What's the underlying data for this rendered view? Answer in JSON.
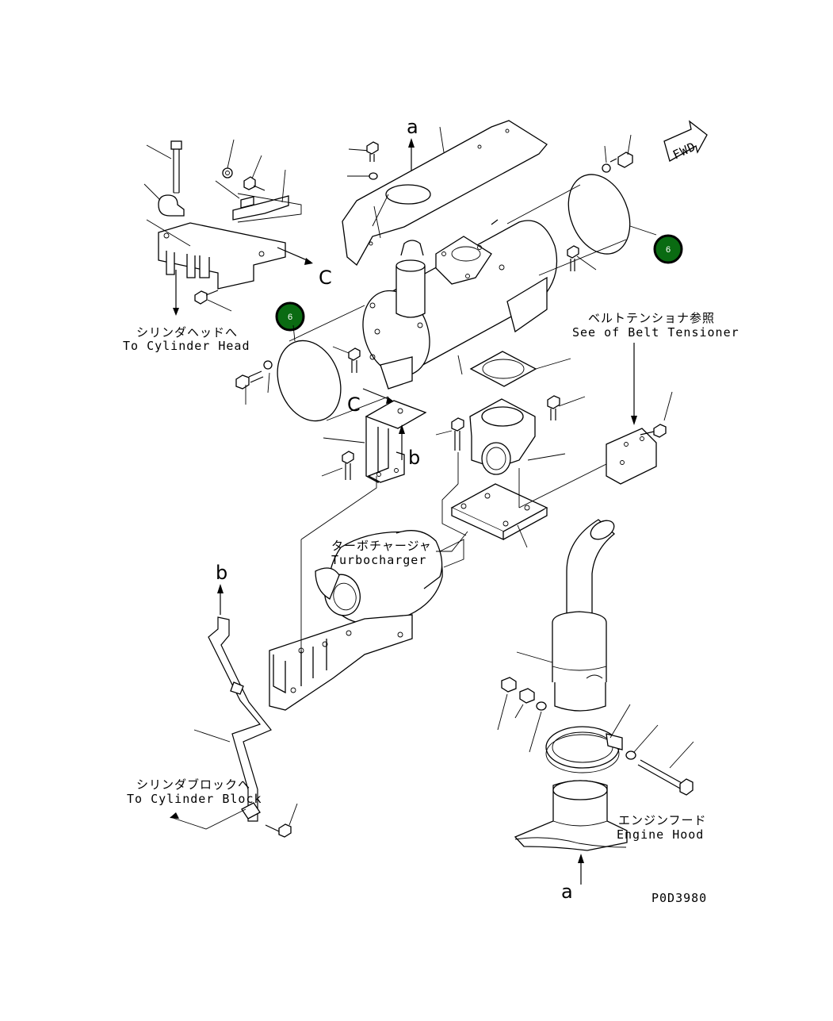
{
  "labels": {
    "cylinder_head_jp": "シリンダヘッドへ",
    "cylinder_head_en": "To Cylinder Head",
    "belt_tensioner_jp": "ベルトテンショナ参照",
    "belt_tensioner_en": "See of Belt Tensioner",
    "turbocharger_jp": "ターボチャージャ",
    "turbocharger_en": "Turbocharger",
    "cylinder_block_jp": "シリンダブロックへ",
    "cylinder_block_en": "To Cylinder Block",
    "engine_hood_jp": "エンジンフード",
    "engine_hood_en": "Engine Hood",
    "fwd": "FWD",
    "drawing_number": "P0D3980"
  },
  "reference_marks": {
    "a_top": "a",
    "a_bottom": "a",
    "b_upper": "b",
    "b_lower": "b",
    "c_right": "C",
    "c_left": "C"
  },
  "callouts": [
    {
      "number": "6",
      "color": "#0a6b12"
    },
    {
      "number": "6",
      "color": "#0a6b12"
    }
  ],
  "colors": {
    "line": "#000000",
    "callout_fill": "#0a6b12",
    "background": "#ffffff"
  }
}
